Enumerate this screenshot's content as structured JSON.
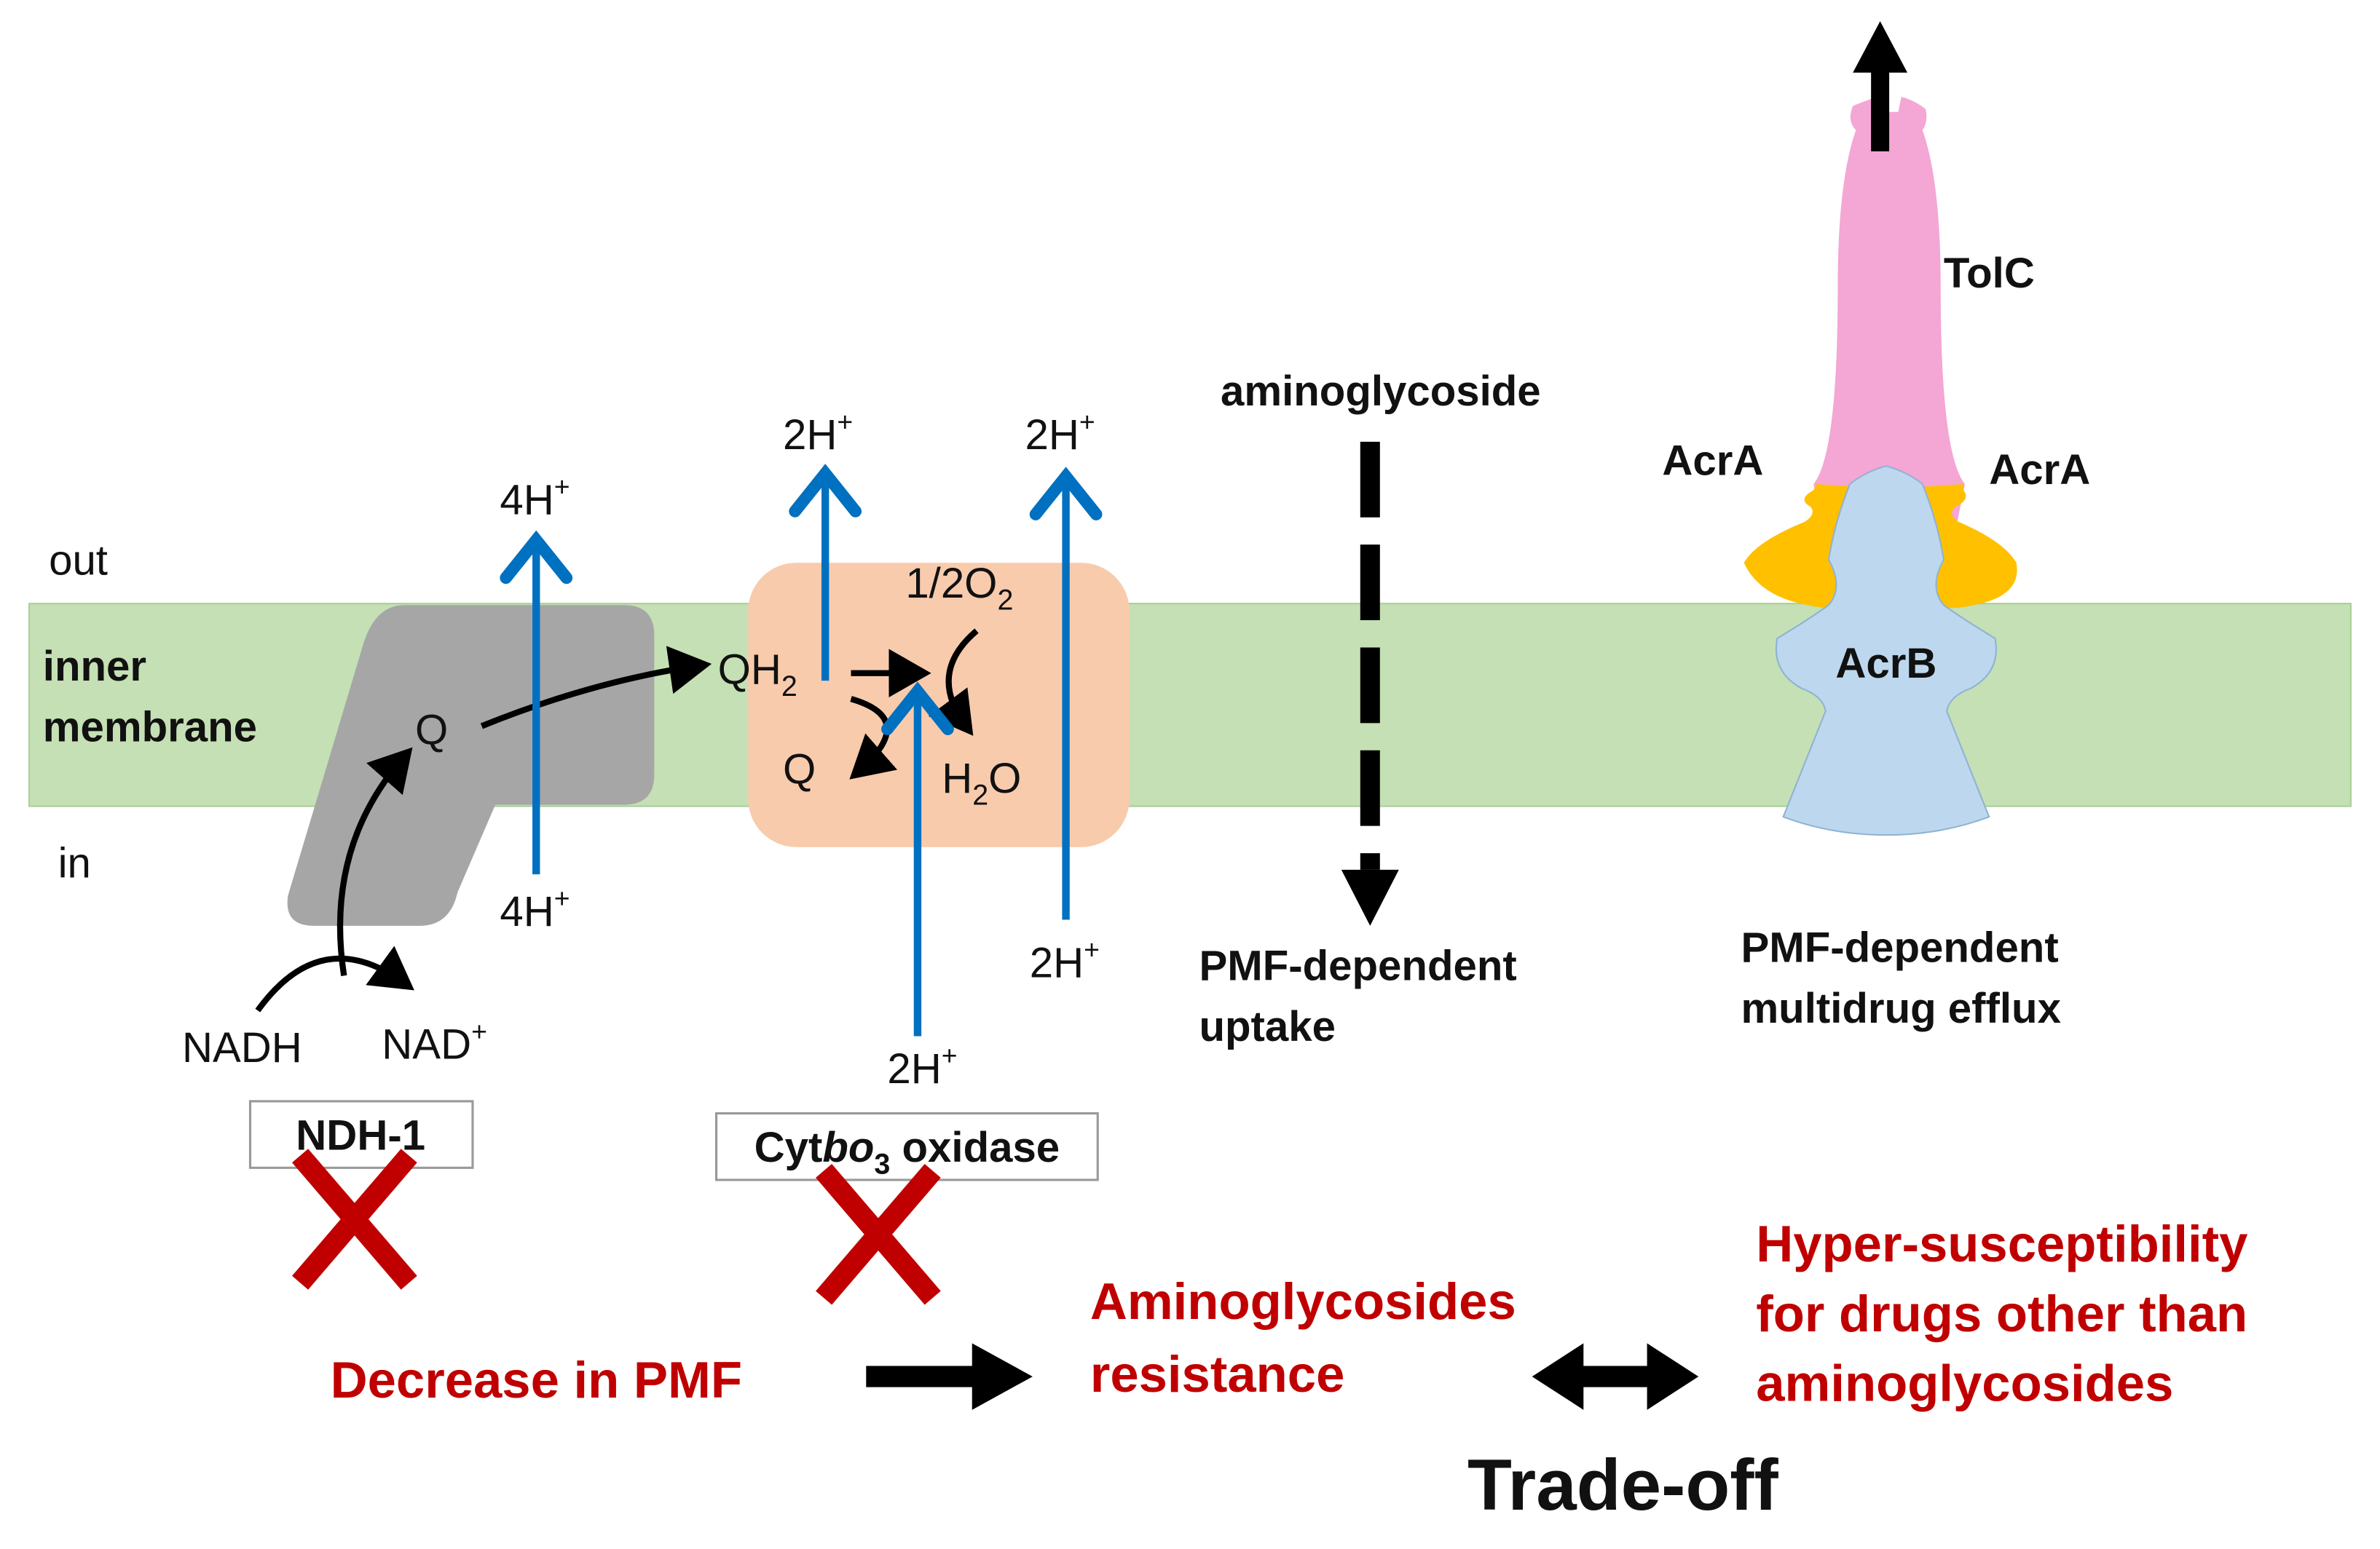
{
  "compartments": {
    "out": "out",
    "membrane_line1": "inner",
    "membrane_line2": "membrane",
    "in": "in"
  },
  "ndh1": {
    "label": "NDH-1",
    "substrate": "NADH",
    "product": "NAD",
    "product_charge": "+",
    "quinone": "Q",
    "protons_in": "4H",
    "protons_out": "4H",
    "proton_charge": "+",
    "inhibited": true
  },
  "cytbo3": {
    "label_prefix": "Cyt",
    "label_italic": "bo",
    "label_sub": "3",
    "label_suffix": " oxidase",
    "qh2": "QH",
    "qh2_sub": "2",
    "q": "Q",
    "o2_prefix": "1/2O",
    "o2_sub": "2",
    "h2o_h": "H",
    "h2o_sub": "2",
    "h2o_o": "O",
    "protons_out_1": "2H",
    "protons_out_2": "2H",
    "protons_in_chem": "2H",
    "protons_in_pump": "2H",
    "proton_charge": "+",
    "inhibited": true
  },
  "uptake": {
    "drug": "aminoglycoside",
    "line1": "PMF-dependent",
    "line2": "uptake"
  },
  "efflux": {
    "tolc": "TolC",
    "acra_left": "AcrA",
    "acra_right": "AcrA",
    "acrb": "AcrB",
    "line1": "PMF-dependent",
    "line2": "multidrug efflux"
  },
  "outcome": {
    "cause": "Decrease in PMF",
    "effect_line1": "Aminoglycosides",
    "effect_line2": "resistance",
    "tradeoff_line1": "Hyper-susceptibility",
    "tradeoff_line2": "for drugs other than",
    "tradeoff_line3": "aminoglycosides",
    "tradeoff_label": "Trade-off"
  },
  "colors": {
    "membrane": "#c5e0b4",
    "ndh1": "#a6a6a6",
    "cytbo3": "#f8cbad",
    "proton_arrow": "#0070c0",
    "tolc": "#f4a6d4",
    "acra": "#ffc000",
    "acrb": "#bdd7ee",
    "inhibition": "#c00000"
  }
}
